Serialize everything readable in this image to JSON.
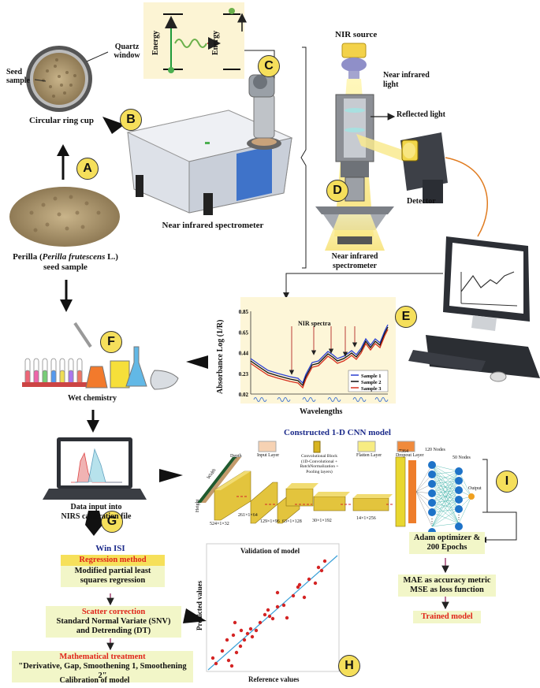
{
  "labels": {
    "A": "A",
    "B": "B",
    "C": "C",
    "D": "D",
    "E": "E",
    "F": "F",
    "G": "G",
    "H": "H",
    "I": "I"
  },
  "top_left": {
    "quartz_window": "Quartz\nwindow",
    "seed_sample": "Seed\nsample",
    "circular_ring_cup": "Circular ring cup",
    "nir_spectrometer": "Near infrared spectrometer",
    "perilla_line1_pre": "Perilla (",
    "perilla_italic": "Perilla frutescens",
    "perilla_line1_post": " L.)",
    "perilla_line2": "seed sample",
    "energy_left": "Energy",
    "energy_right": "Energy"
  },
  "optics": {
    "nir_source": "NIR source",
    "near_infrared_light": "Near infrared\nlight",
    "reflected_light": "Reflected light",
    "detector": "Detector",
    "nir_spectrometer": "Near infrared\nspectrometer"
  },
  "spectra_chart": {
    "ylabel": "Absorbance Log (1/R)",
    "xlabel": "Wavelengths",
    "annotation": "NIR spectra",
    "yticks": [
      "0.85",
      "0.65",
      "0.44",
      "0.23",
      "0.02"
    ],
    "legend": [
      "Sample 1",
      "Sample 2",
      "Sample 3"
    ],
    "colors": [
      "#2a3fd1",
      "#111111",
      "#d6301e"
    ]
  },
  "wet_chemistry": "Wet chemistry",
  "data_input": "Data input into\nNIRS calibration file",
  "cnn": {
    "title": "Constructed 1-D CNN model",
    "legend_input": "Input Layer",
    "legend_conv": "Convolutional Block\n(1D-Convolutional +\nBatchNormalization +\nPooling layers)",
    "legend_flatten": "Flatten Layer",
    "legend_dropout": "Dropout Layer",
    "depth": "Depth",
    "width": "Width",
    "height": "Height",
    "dims": [
      "524×1×32",
      "261×1×64",
      "129×1×96",
      "63×1×128",
      "30×1×192",
      "14×1×256"
    ],
    "flat": "7364",
    "nodes_120": "120 Nodes",
    "nodes_50": "50 Nodes",
    "output": "Output"
  },
  "training": {
    "optimizer": "Adam optimizer &\n200 Epochs",
    "metrics": "MAE as accuracy metric\nMSE as loss function",
    "trained": "Trained model"
  },
  "winisi": {
    "title": "Win ISI",
    "regression_head": "Regression method",
    "regression_body": "Modified partial least\nsquares regression",
    "scatter_head": "Scatter correction",
    "scatter_body": "Standard Normal Variate (SNV)\nand Detrending (DT)",
    "math_head": "Mathematical treatment",
    "math_body": "\"Derivative, Gap, Smoothening 1, Smoothening 2\"",
    "calibration": "Calibration of model"
  },
  "validation_chart": {
    "title": "Validation of model",
    "xlabel": "Reference values",
    "ylabel": "Predicted values"
  }
}
